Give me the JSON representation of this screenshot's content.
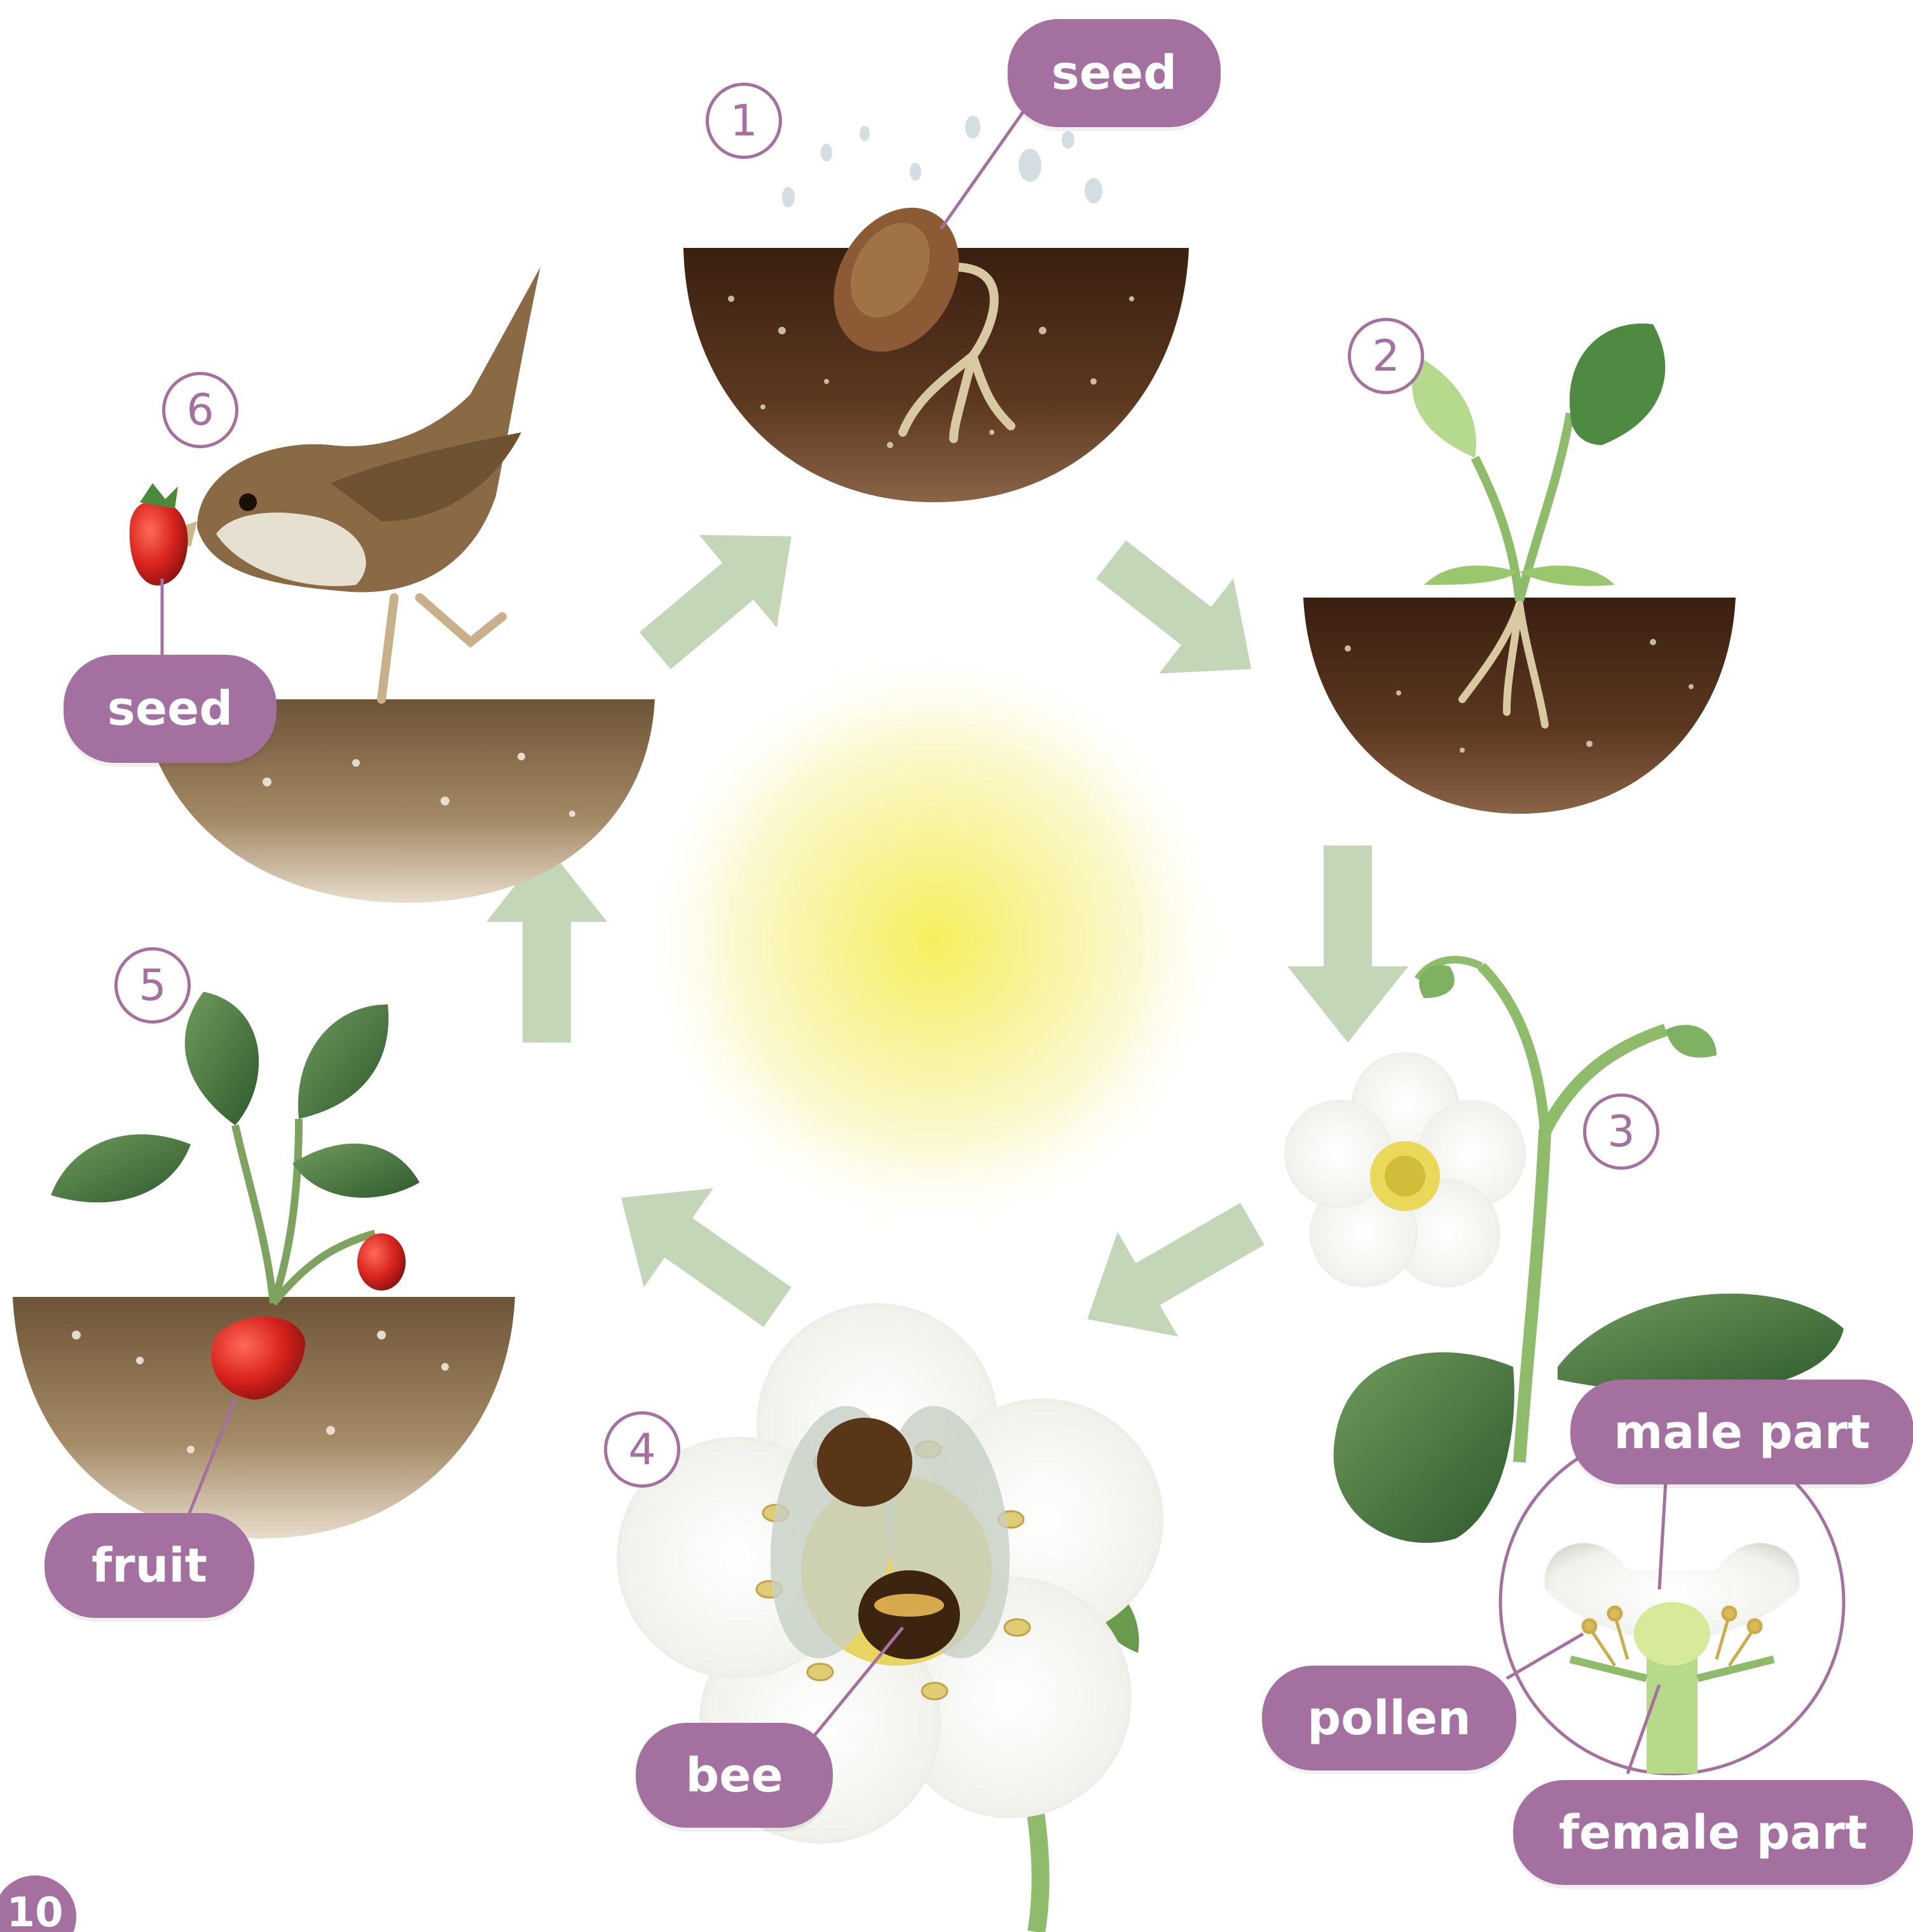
{
  "steps": [
    "1",
    "2",
    "3",
    "4",
    "5",
    "6"
  ],
  "labels": {
    "seed_top": "seed",
    "seed_bird": "seed",
    "male_part": "male part",
    "pollen": "pollen",
    "female_part": "female part",
    "bee": "bee",
    "fruit": "fruit"
  },
  "page_number": "10",
  "colors": {
    "label_fill": "#a4709f",
    "arrow": "#c3d6b7",
    "soil": "#4e2d18",
    "sun": "#f7f28a",
    "leaf": "#3f6e3c"
  }
}
